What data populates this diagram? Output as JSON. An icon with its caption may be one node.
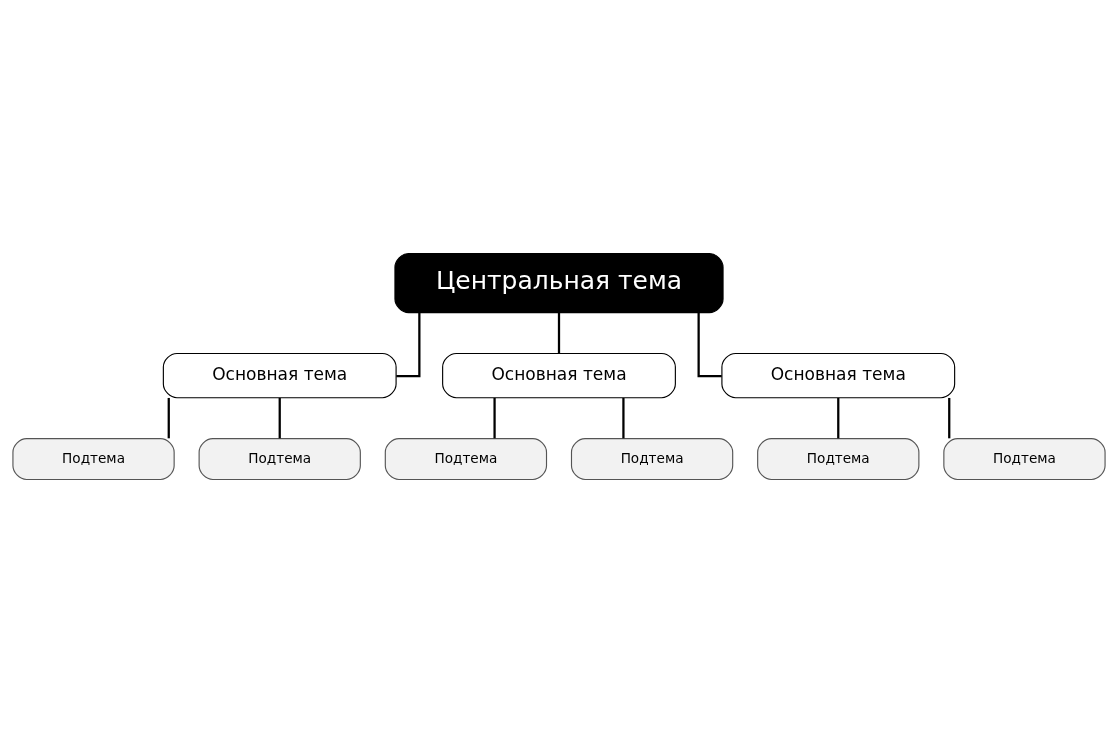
{
  "diagram": {
    "nodes": [
      {
        "text": [
          "Центральная тема"
        ]
      },
      {
        "text": [
          "Основная тема"
        ]
      },
      {
        "text": [
          "Подтема"
        ]
      },
      {
        "text": [
          "Подтема"
        ]
      },
      {
        "text": [
          "Основная тема"
        ]
      },
      {
        "text": [
          "Подтема"
        ]
      },
      {
        "text": [
          "Подтема"
        ]
      },
      {
        "text": [
          "Основная тема"
        ]
      },
      {
        "text": [
          "Подтема"
        ]
      },
      {
        "text": [
          "Подтема"
        ]
      }
    ],
    "edges": [
      {
        "from": 0,
        "to": 1,
        "arrow": "none"
      },
      {
        "from": 1,
        "to": 2,
        "arrow": "none"
      },
      {
        "from": 1,
        "to": 3,
        "arrow": "none"
      },
      {
        "from": 0,
        "to": 4,
        "arrow": "none"
      },
      {
        "from": 4,
        "to": 5,
        "arrow": "none"
      },
      {
        "from": 4,
        "to": 6,
        "arrow": "none"
      },
      {
        "from": 0,
        "to": 7,
        "arrow": "none"
      },
      {
        "from": 7,
        "to": 8,
        "arrow": "none"
      },
      {
        "from": 7,
        "to": 9,
        "arrow": "none"
      }
    ]
  }
}
